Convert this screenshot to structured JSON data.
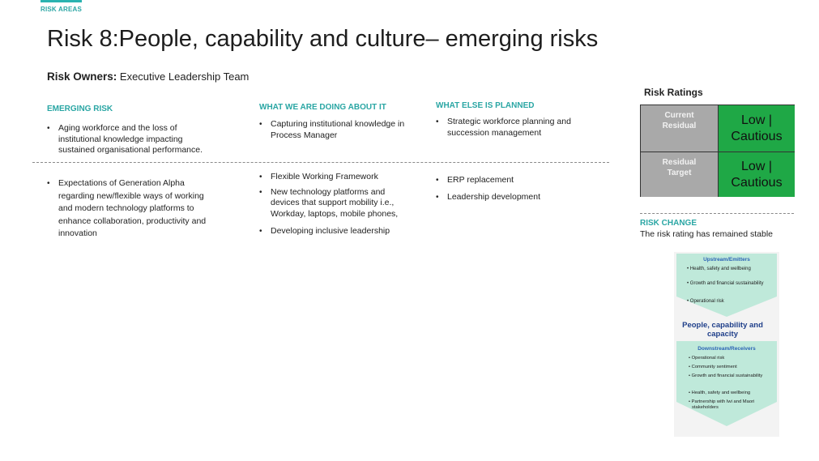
{
  "header": {
    "tag": "RISK AREAS",
    "title": "Risk 8:People, capability and culture– emerging risks",
    "owners_label": "Risk Owners:",
    "owners_value": "Executive Leadership Team"
  },
  "columns": {
    "emerging_risk": "EMERGING RISK",
    "doing": "WHAT WE ARE DOING ABOUT IT",
    "planned": "WHAT ELSE IS PLANNED"
  },
  "rows": [
    {
      "risk": [
        "Aging workforce and the loss of institutional knowledge impacting sustained organisational performance."
      ],
      "doing": [
        "Capturing institutional knowledge in Process Manager"
      ],
      "planned": [
        "Strategic workforce planning and succession management"
      ]
    },
    {
      "risk": [
        "Expectations of Generation Alpha regarding new/flexible ways of working and modern technology platforms to enhance collaboration, productivity and innovation"
      ],
      "doing": [
        "Flexible Working Framework",
        "New technology platforms and devices that support mobility i.e., Workday, laptops, mobile phones,",
        "Developing inclusive leadership"
      ],
      "planned": [
        "ERP replacement",
        "Leadership development"
      ]
    }
  ],
  "ratings": {
    "title": "Risk Ratings",
    "current_label": "Current Residual",
    "current_value": "Low | Cautious",
    "target_label": "Residual Target",
    "target_value": "Low | Cautious"
  },
  "risk_change": {
    "heading": "RISK CHANGE",
    "text": "The risk rating has remained stable"
  },
  "diagram": {
    "upstream_title": "Upstream/Emitters",
    "upstream_items": [
      "Health, safety and wellbeing",
      "Growth and financial sustainability",
      "Operational risk"
    ],
    "center_title": "People, capability and capacity",
    "downstream_title": "Downstream/Receivers",
    "downstream_items": [
      "Operational risk",
      "Community sentiment",
      "Growth and financial sustainability",
      "Health, safety and wellbeing",
      "Partnership with Iwi and Maori stakeholders"
    ]
  },
  "colors": {
    "accent": "#2aa6a4",
    "rating_green": "#1fa846",
    "rating_grey": "#a9a9a9",
    "arrow_fill": "#bfe9da"
  }
}
